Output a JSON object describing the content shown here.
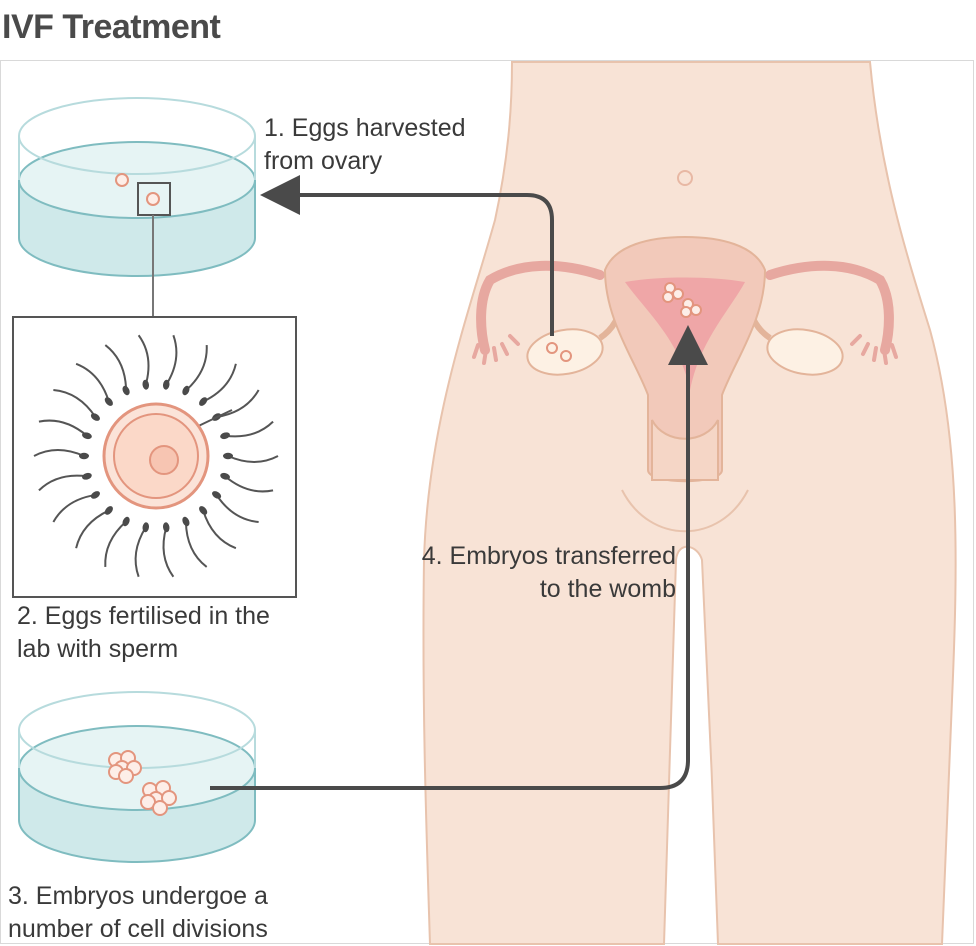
{
  "title": "IVF Treatment",
  "steps": {
    "step1": {
      "line1": "1. Eggs harvested",
      "line2": "from ovary"
    },
    "step2": {
      "line1": "2. Eggs fertilised in the",
      "line2": "lab with sperm"
    },
    "step3": {
      "line1": "3. Embryos undergoe a",
      "line2": "number of cell divisions"
    },
    "step4": {
      "line1": "4. Embryos transferred",
      "line2": "to the womb"
    }
  },
  "colors": {
    "skin": "#f8e3d6",
    "skin_outline": "#e8c3ad",
    "dish_fill": "#cfe9ea",
    "dish_outline": "#7fbcc0",
    "uterus_fill": "#f2c9ba",
    "uterus_inner": "#ee9aa0",
    "egg_outline": "#e3957e",
    "arrow": "#4a4a4a"
  }
}
